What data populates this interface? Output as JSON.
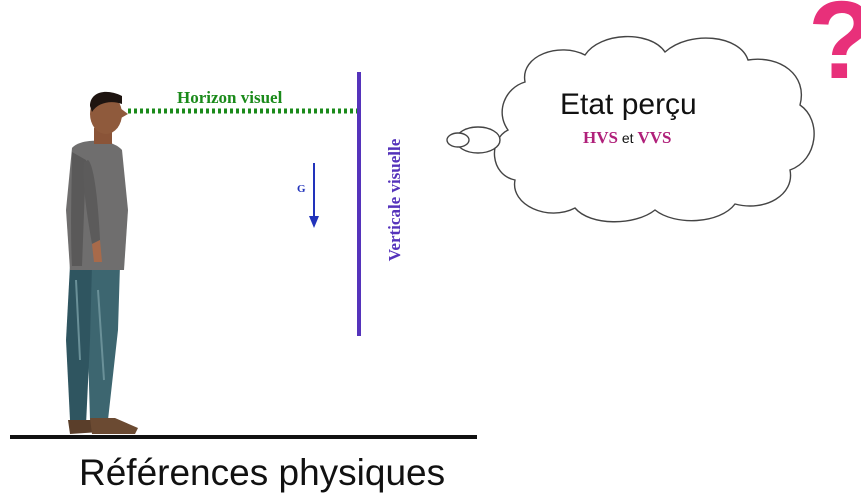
{
  "diagram": {
    "horizon_label": "Horizon visuel",
    "vertical_label": "Verticale visuelle",
    "gravity_label": "G",
    "thought_bubble": {
      "title": "Etat perçu",
      "hvs": "HVS",
      "connector": "et",
      "vvs": "VVS"
    },
    "question_mark": "?",
    "caption": "Références physiques"
  },
  "colors": {
    "horizon": "#1a8a1a",
    "vertical": "#5533bb",
    "gravity": "#2233bb",
    "emphasis": "#b0207a",
    "question_mark": "#e8307a",
    "ground": "#111111"
  },
  "icons": {
    "person": "standing-man-figure",
    "bubble": "thought-cloud"
  }
}
